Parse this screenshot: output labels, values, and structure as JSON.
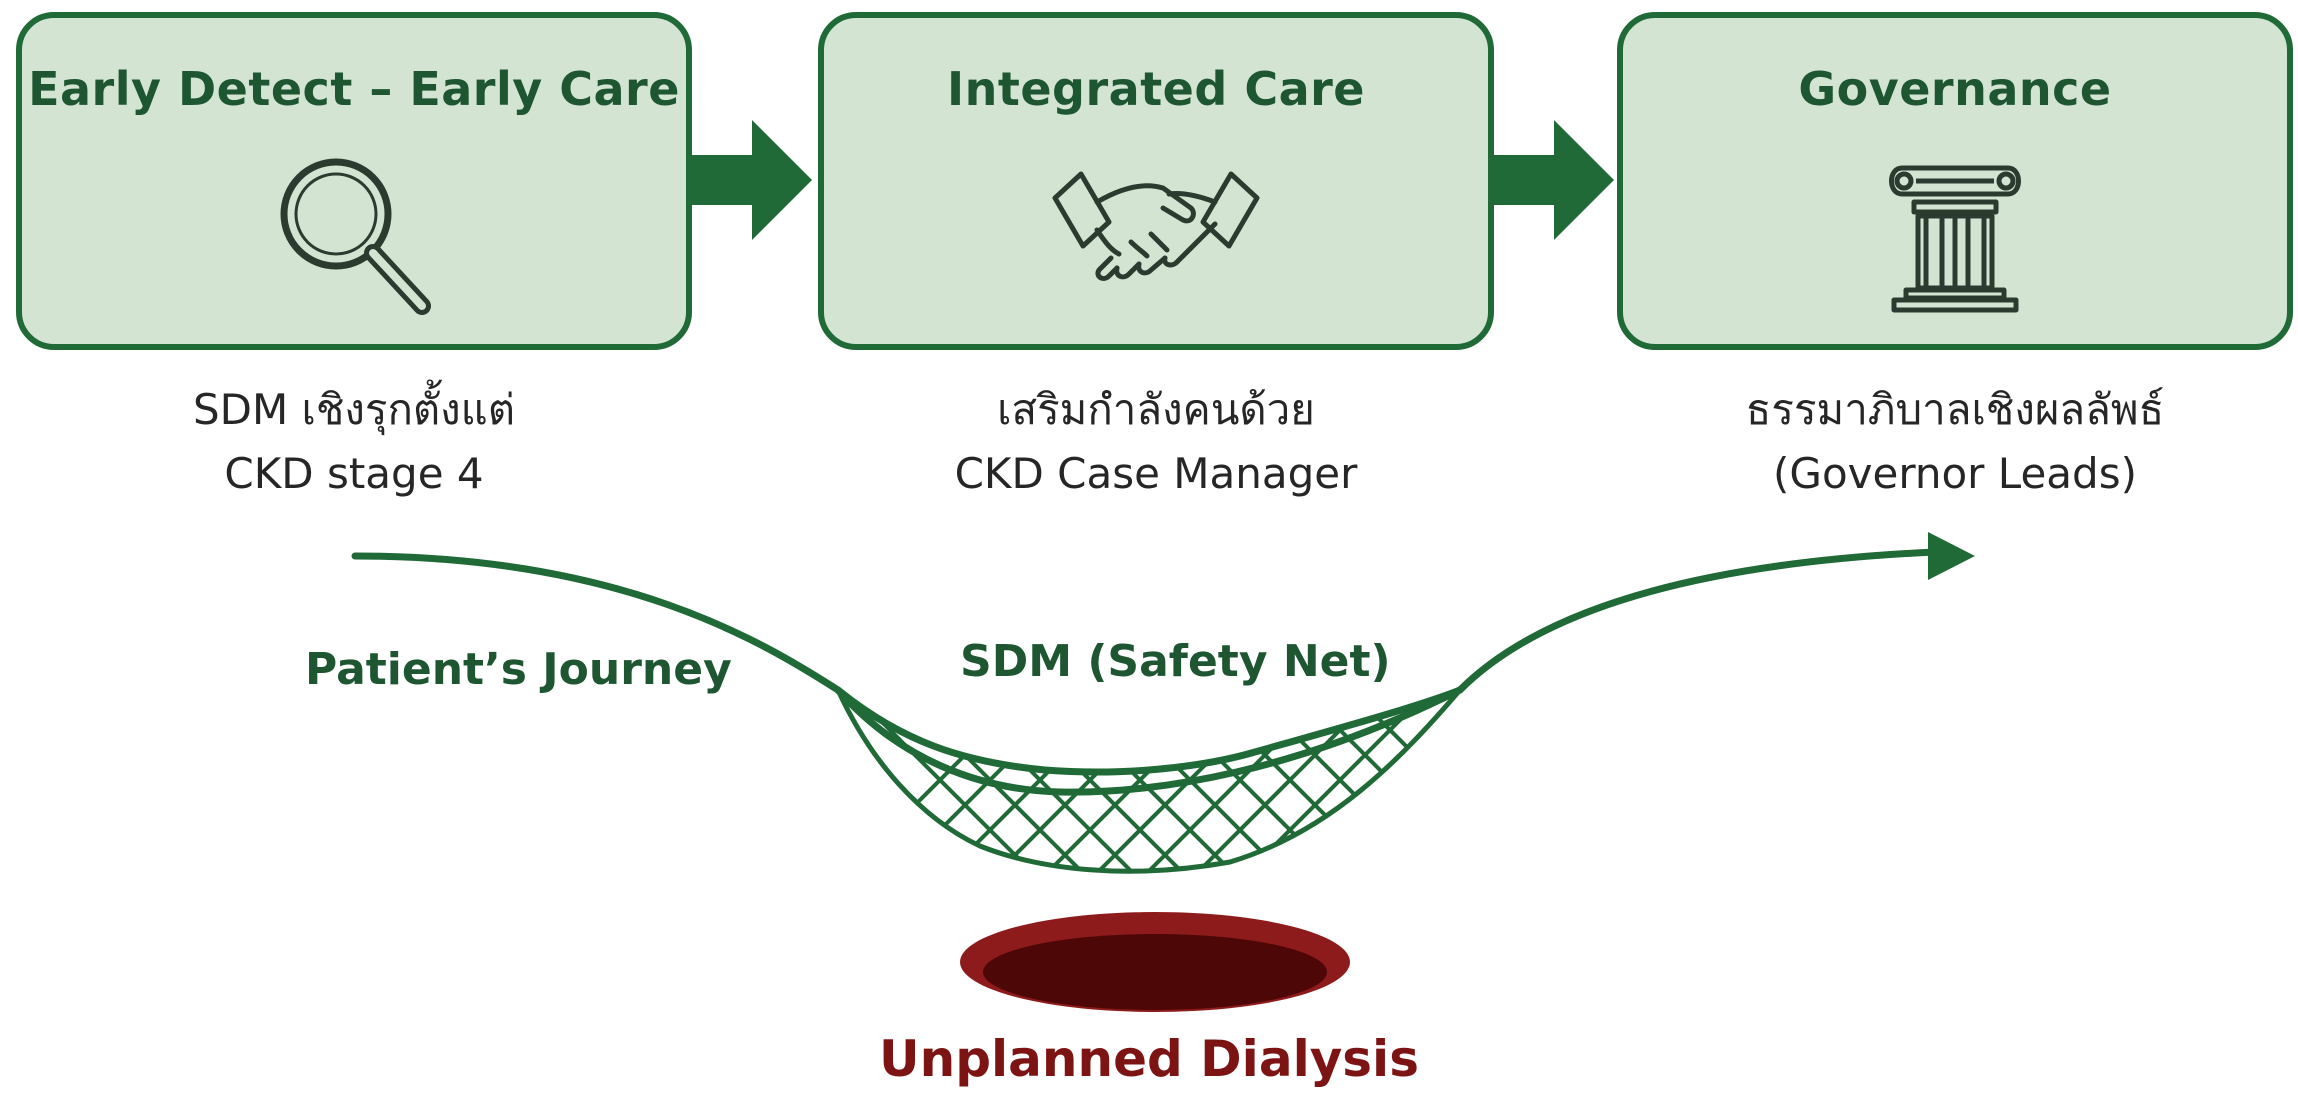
{
  "steps": [
    {
      "title": "Early Detect – Early Care",
      "icon": "magnifier-icon",
      "caption_line1": "SDM เชิงรุกตั้งแต่",
      "caption_line2": "CKD stage 4"
    },
    {
      "title": "Integrated Care",
      "icon": "handshake-icon",
      "caption_line1": "เสริมกำลังคนด้วย",
      "caption_line2": "CKD Case Manager"
    },
    {
      "title": "Governance",
      "icon": "pillar-icon",
      "caption_line1": "ธรรมาภิบาลเชิงผลลัพธ์",
      "caption_line2": "(Governor Leads)"
    }
  ],
  "journey": {
    "label": "Patient’s Journey",
    "safety_net_label": "SDM (Safety Net)",
    "hole_label": "Unplanned Dialysis"
  },
  "colors": {
    "box_fill": "#d3e4d3",
    "green": "#1f6a36",
    "text_dark_green": "#1d5630",
    "hole_red": "#7c1414"
  }
}
